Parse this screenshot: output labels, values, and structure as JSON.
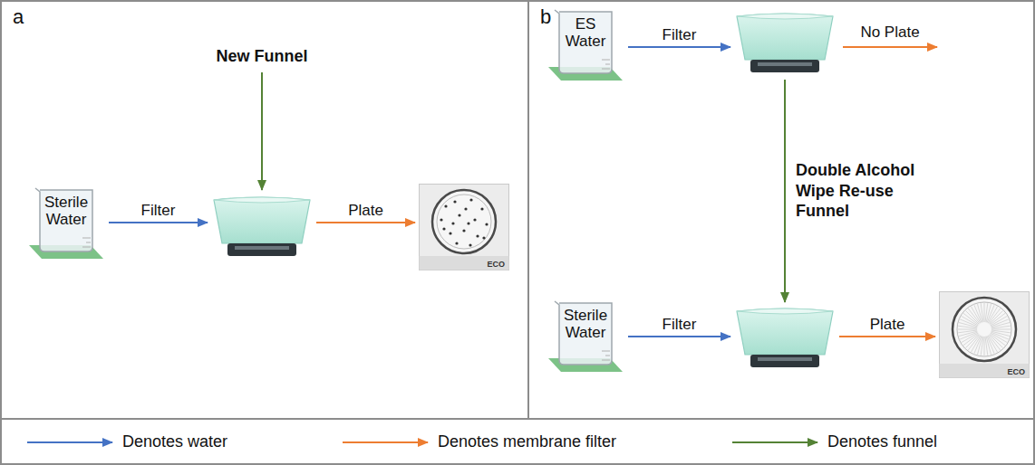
{
  "diagram": {
    "nodes": [
      {
        "text": [
          "a"
        ]
      },
      {
        "text": [
          "Sterile Water"
        ],
        "in": 0
      },
      {
        "text": [],
        "in": 0
      },
      {
        "text": [
          "ECO"
        ],
        "in": 0
      },
      {
        "text": [
          "b"
        ]
      },
      {
        "text": [
          "ES Water"
        ],
        "in": 4
      },
      {
        "text": [],
        "in": 4
      },
      {
        "text": [
          "Sterile Water"
        ],
        "in": 4
      },
      {
        "text": [],
        "in": 4
      },
      {
        "text": [
          "ECO"
        ],
        "in": 4
      }
    ],
    "edges": [
      {
        "from": 1,
        "to": 2,
        "arrow": "to",
        "label": "Filter"
      },
      {
        "from": 2,
        "to": 3,
        "arrow": "to",
        "label": "Plate"
      },
      {
        "from": 5,
        "to": 6,
        "arrow": "to",
        "label": "Filter"
      },
      {
        "from": 6,
        "to": 8,
        "arrow": "to",
        "label": "Double Alcohol Wipe Re-use Funnel"
      },
      {
        "from": 7,
        "to": 8,
        "arrow": "to",
        "label": "Filter"
      },
      {
        "from": 8,
        "to": 9,
        "arrow": "to",
        "label": "Plate"
      }
    ],
    "labels": [
      "New Funnel",
      "No Plate"
    ],
    "legend": [
      {
        "text": "Denotes water"
      },
      {
        "text": "Denotes membrane filter"
      },
      {
        "text": "Denotes funnel"
      }
    ]
  }
}
